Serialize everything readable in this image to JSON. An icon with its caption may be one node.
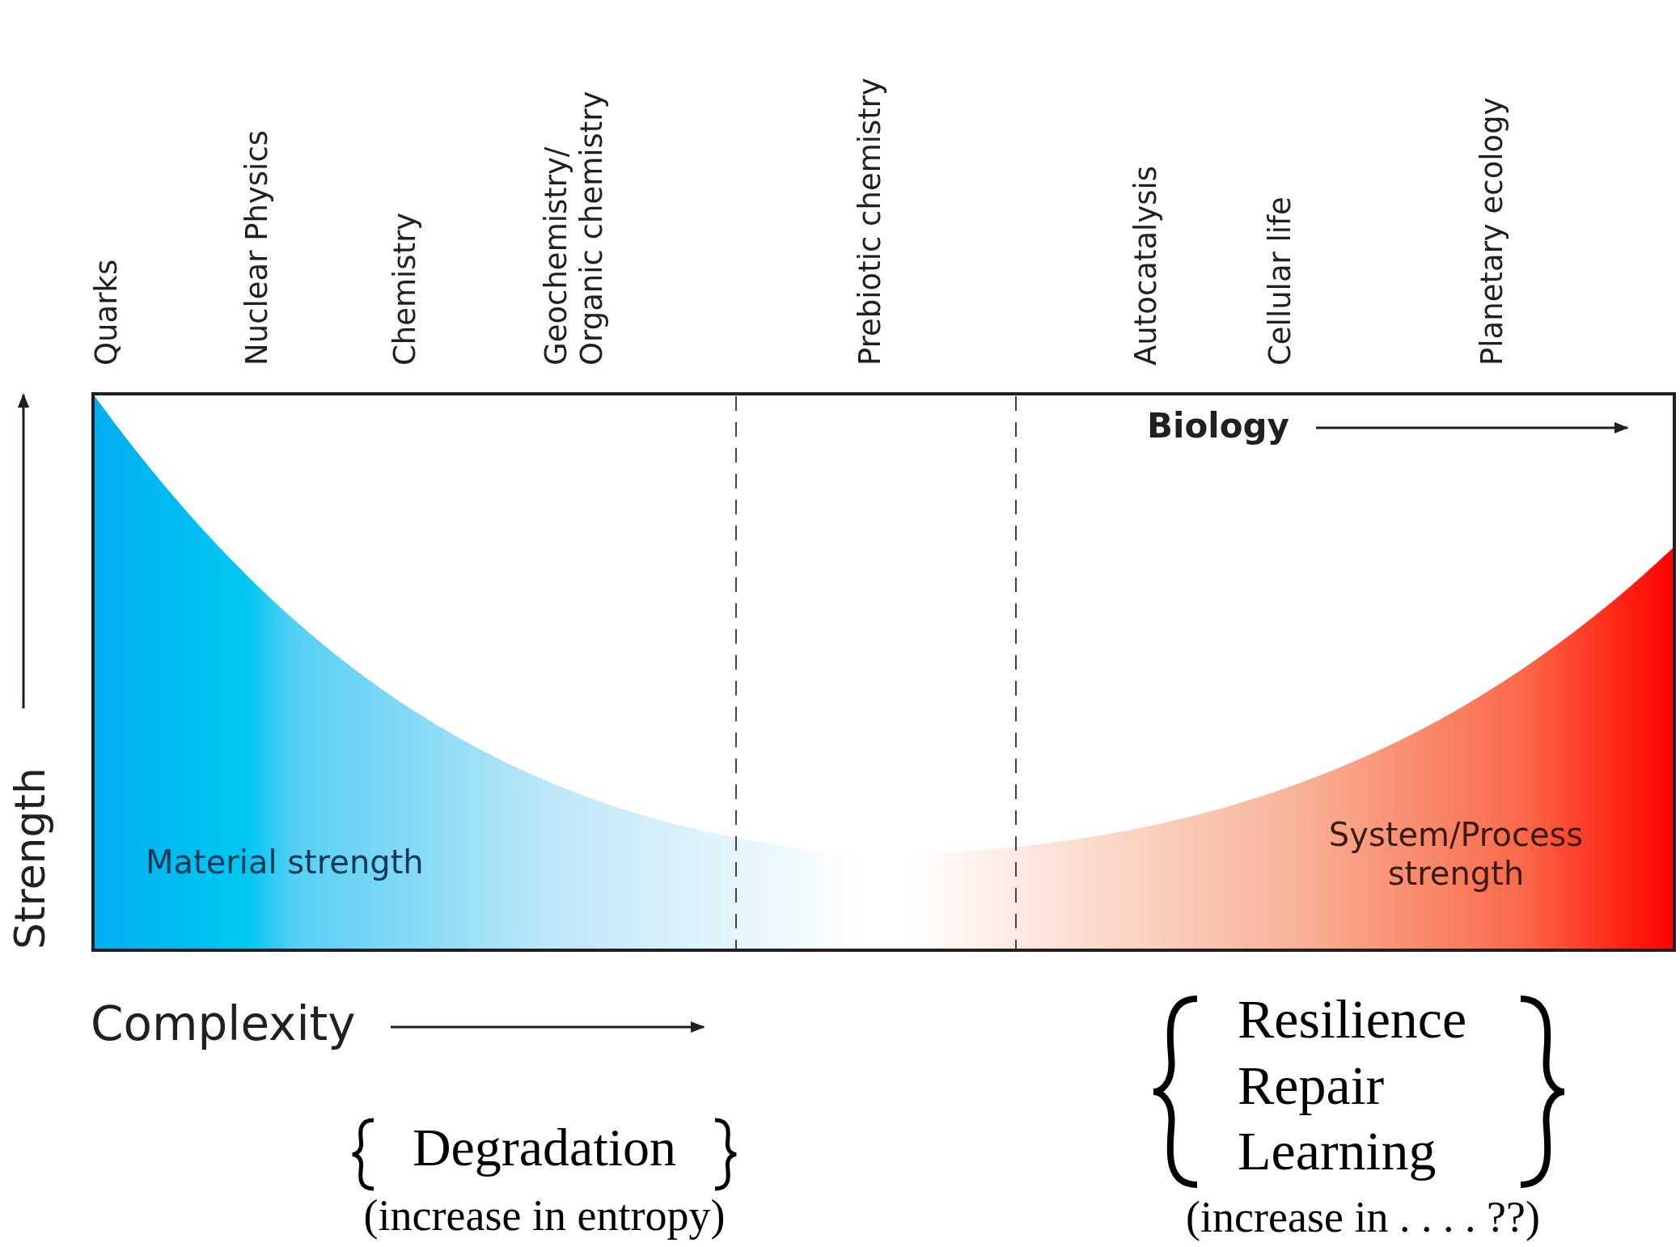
{
  "diagram": {
    "labels": [
      "Quarks",
      "Nuclear Physics",
      "Chemistry",
      "Geochemistry/ Organic chemistry",
      "Prebiotic chemistry",
      "Autocatalysis",
      "Cellular life",
      "Planetary ecology",
      "Strength",
      "Biology",
      "Material strength",
      "System/Process strength",
      "Complexity",
      "Resilience",
      "Repair",
      "Degradation",
      "Learning",
      "(increase in entropy)",
      "(increase in . . . . ??)"
    ]
  }
}
